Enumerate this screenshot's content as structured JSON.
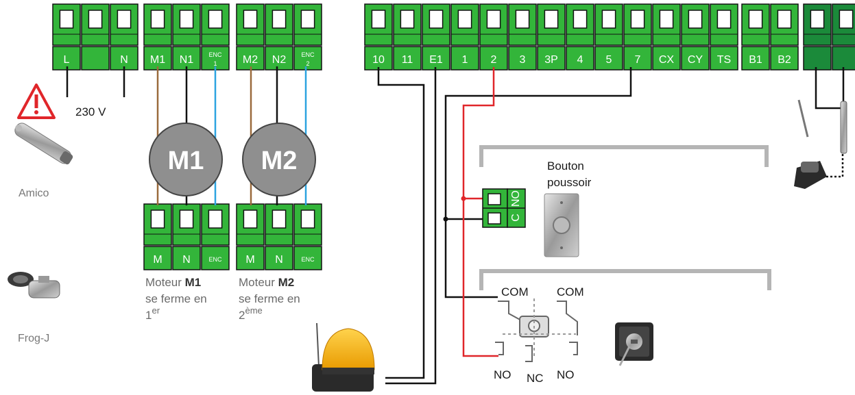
{
  "terminals_left": [
    {
      "label": "L"
    },
    {
      "label": ""
    },
    {
      "label": "N"
    },
    {
      "label": "M1"
    },
    {
      "label": "N1"
    },
    {
      "label": "ENC",
      "sub": "1"
    },
    {
      "label": "M2"
    },
    {
      "label": "N2"
    },
    {
      "label": "ENC",
      "sub": "2"
    }
  ],
  "terminals_main": [
    "10",
    "11",
    "E1",
    "1",
    "2",
    "3",
    "3P",
    "4",
    "5",
    "7",
    "CX",
    "CY",
    "TS",
    "B1",
    "B2",
    "",
    ""
  ],
  "motor_terminals": {
    "m": "M",
    "n": "N",
    "enc": "ENC"
  },
  "motors": [
    {
      "name": "M1",
      "caption_prefix": "Moteur ",
      "caption_bold": "M1",
      "line2": "se ferme en",
      "ord": "1",
      "ord_sup": "er"
    },
    {
      "name": "M2",
      "caption_prefix": "Moteur ",
      "caption_bold": "M2",
      "line2": "se ferme en",
      "ord": "2",
      "ord_sup": "ème"
    }
  ],
  "voltage": "230 V",
  "devices": {
    "amico": "Amico",
    "frog": "Frog-J"
  },
  "pushbutton": {
    "line1": "Bouton",
    "line2": "poussoir",
    "contact_no": "NO",
    "contact_c": "C"
  },
  "selector": {
    "com_left": "COM",
    "com_right": "COM",
    "no_left": "NO",
    "nc": "NC",
    "no_right": "NO"
  },
  "colors": {
    "terminal": "#33b53a",
    "terminal_dark": "#1b8a3a",
    "brown": "#9a6a3c",
    "blue": "#2ba3e0",
    "red": "#e0262a",
    "motor": "#8f8f8f",
    "warning": "#e0262a",
    "bar": "#b5b5b5"
  }
}
